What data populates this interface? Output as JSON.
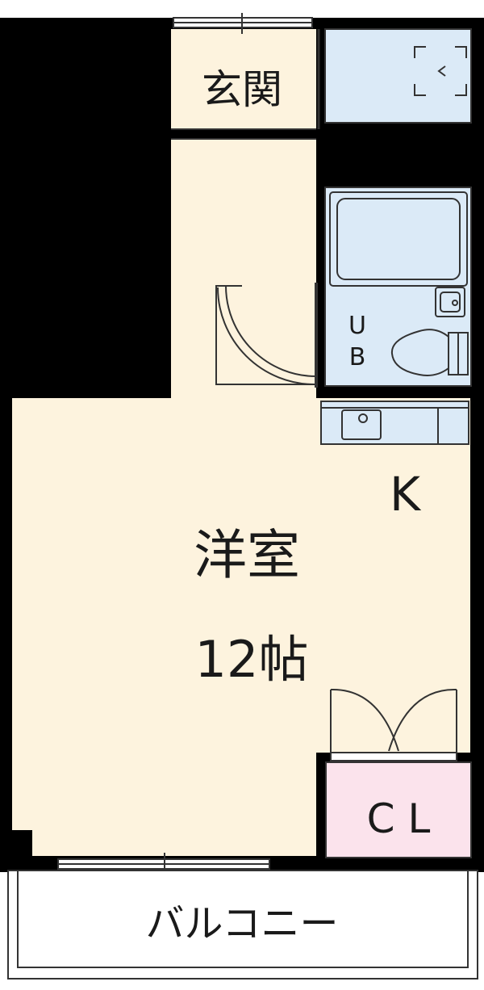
{
  "floor_plan": {
    "rooms": {
      "genkan": {
        "label": "玄関"
      },
      "western_room": {
        "label": "洋室",
        "size": "12帖"
      },
      "unit_bath": {
        "label_line1": "U",
        "label_line2": "B"
      },
      "kitchen": {
        "label": "K"
      },
      "closet": {
        "label": "C L"
      },
      "balcony": {
        "label": "バルコニー"
      }
    },
    "colors": {
      "wall": "#000000",
      "floor": "#fdf3de",
      "wet_area": "#dbeaf7",
      "closet": "#fbe3ec",
      "balcony": "#ffffff",
      "line": "#333333"
    },
    "icons": [
      "shoe-cabinet-icon",
      "bathtub-icon",
      "washbasin-icon",
      "toilet-icon",
      "sink-icon",
      "door-swing-icon",
      "window-icon"
    ]
  }
}
